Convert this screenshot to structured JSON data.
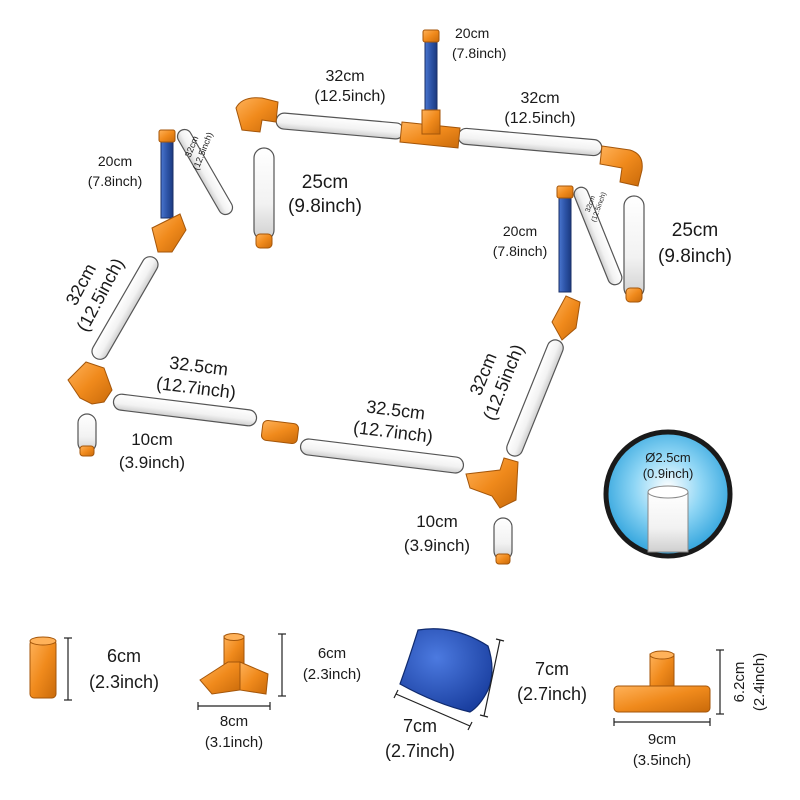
{
  "colors": {
    "pipe_fill": "#ffffff",
    "pipe_stroke": "#555555",
    "connector": "#f08a1c",
    "connector_dark": "#c96a0a",
    "blue_pole": "#2d54a8",
    "bean_bag": "#1f4fbf",
    "circle_bg": "#39b1e6",
    "circle_border": "#1a1a1a"
  },
  "frame_labels": {
    "top_left_pipe": {
      "cm": "32cm",
      "inch": "(12.5inch)"
    },
    "top_right_pipe": {
      "cm": "32cm",
      "inch": "(12.5inch)"
    },
    "top_pole": {
      "cm": "20cm",
      "inch": "(7.8inch)"
    },
    "left_small_pipe": {
      "cm": "32cm",
      "inch": "(12.5inch)"
    },
    "left_pole": {
      "cm": "20cm",
      "inch": "(7.8inch)"
    },
    "back_leg_left": {
      "cm": "25cm",
      "inch": "(9.8inch)"
    },
    "right_small_pipe": {
      "cm": "32cm",
      "inch": "(12.5inch)"
    },
    "right_pole": {
      "cm": "20cm",
      "inch": "(7.8inch)"
    },
    "back_leg_right": {
      "cm": "25cm",
      "inch": "(9.8inch)"
    },
    "left_side_pipe": {
      "cm": "32cm",
      "inch": "(12.5inch)"
    },
    "right_side_pipe": {
      "cm": "32cm",
      "inch": "(12.5inch)"
    },
    "front_left_pipe": {
      "cm": "32.5cm",
      "inch": "(12.7inch)"
    },
    "front_right_pipe": {
      "cm": "32.5cm",
      "inch": "(12.7inch)"
    },
    "front_leg_left": {
      "cm": "10cm",
      "inch": "(3.9inch)"
    },
    "front_leg_right": {
      "cm": "10cm",
      "inch": "(3.9inch)"
    }
  },
  "diameter_callout": {
    "symbol": "Ø",
    "cm": "2.5cm",
    "inch": "(0.9inch)"
  },
  "parts": {
    "coupling": {
      "cm": "6cm",
      "inch": "(2.3inch)"
    },
    "corner_connector": {
      "height_cm": "6cm",
      "height_inch": "(2.3inch)",
      "width_cm": "8cm",
      "width_inch": "(3.1inch)"
    },
    "bean_bag": {
      "side_cm": "7cm",
      "side_inch": "(2.7inch)",
      "bottom_cm": "7cm",
      "bottom_inch": "(2.7inch)"
    },
    "tee_connector": {
      "height_cm": "6.2cm",
      "height_inch": "(2.4inch)",
      "width_cm": "9cm",
      "width_inch": "(3.5inch)"
    }
  }
}
